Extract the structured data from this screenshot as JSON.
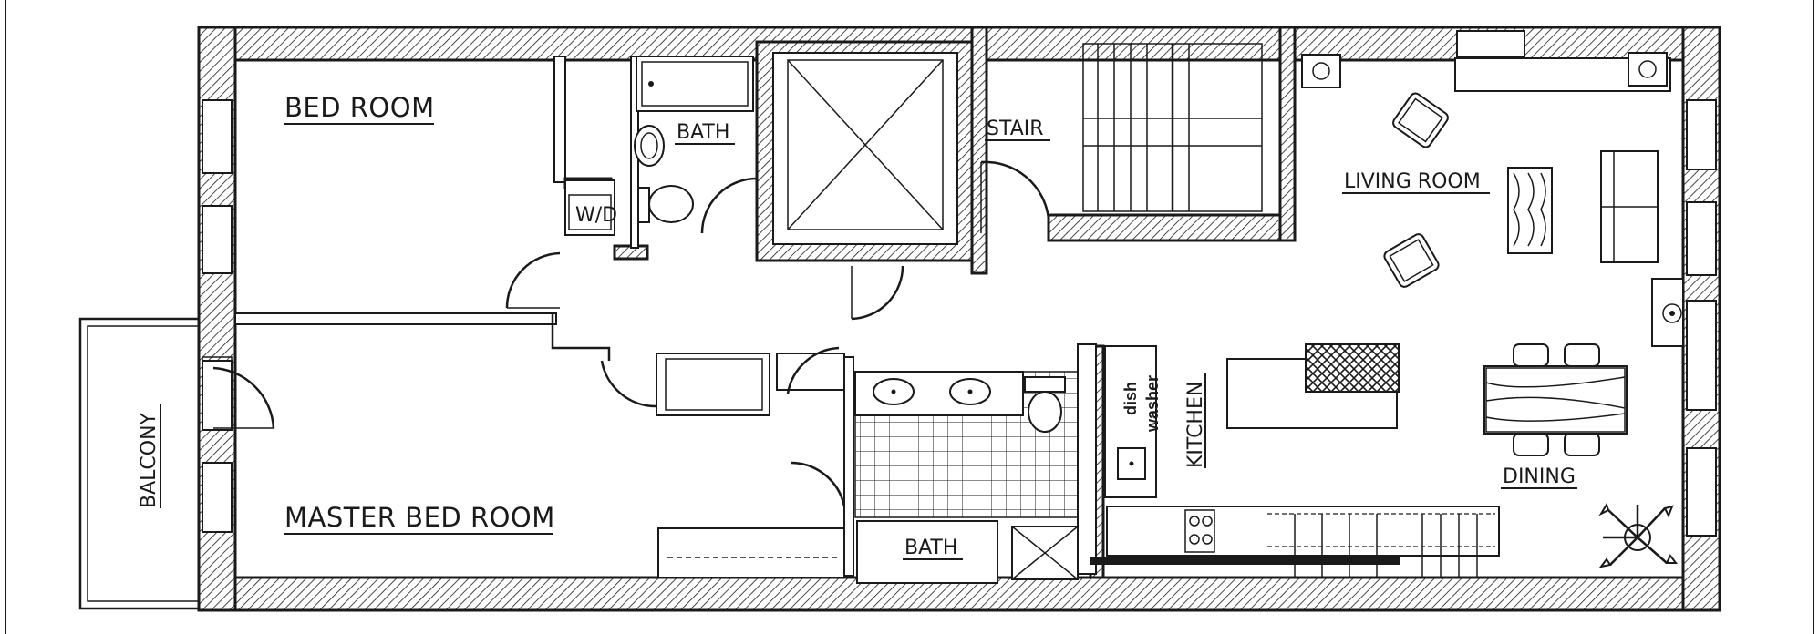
{
  "plan": {
    "rooms": {
      "bed_room": "BED ROOM",
      "bath_upper": "BATH",
      "stair": "STAIR",
      "living_room": "LIVING ROOM",
      "master_bed_room": "MASTER BED ROOM",
      "bath_lower": "BATH",
      "kitchen": "KITCHEN",
      "dining": "DINING",
      "balcony": "BALCONY"
    },
    "fixtures": {
      "washer_dryer": "W/D",
      "dishwasher_line1": "dish",
      "dishwasher_line2": "washer"
    },
    "colors": {
      "ink": "#1a1a1a",
      "paper": "#ffffff"
    }
  }
}
